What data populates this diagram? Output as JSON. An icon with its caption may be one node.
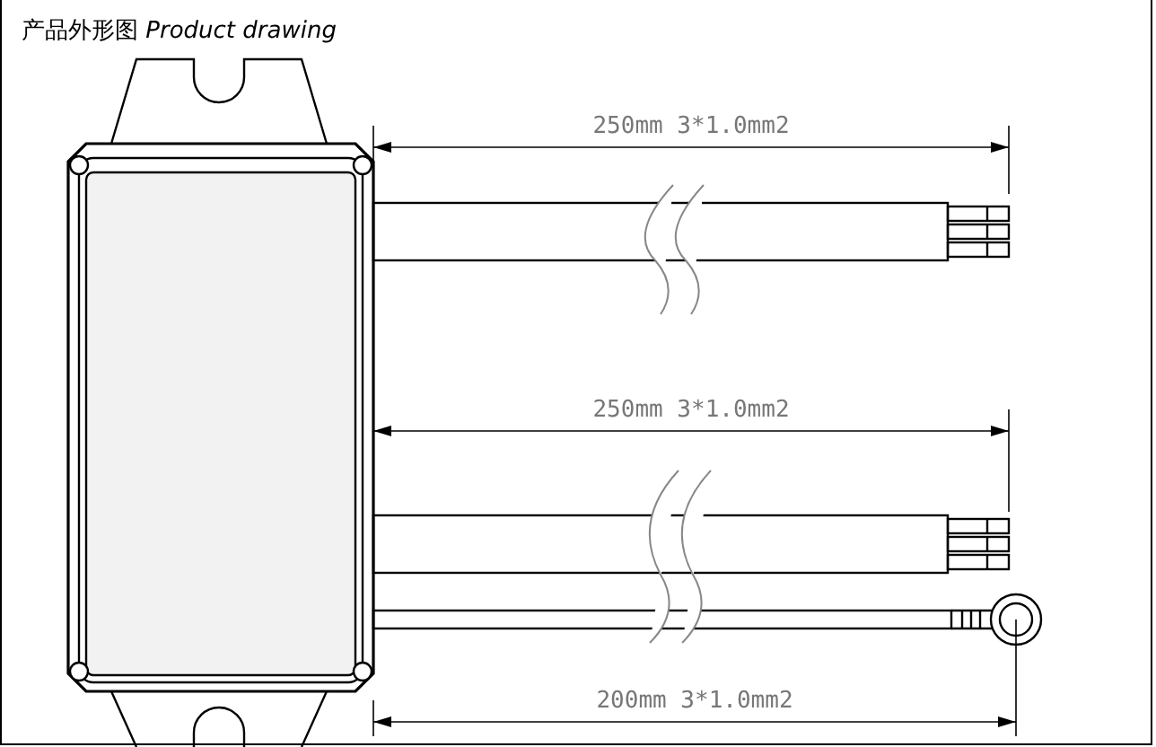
{
  "diagram": {
    "title": "产品外形图 *Product drawing*",
    "labels": [
      "250mm 3*1.0mm2",
      "250mm 3*1.0mm2",
      "200mm 3*1.0mm2"
    ]
  }
}
